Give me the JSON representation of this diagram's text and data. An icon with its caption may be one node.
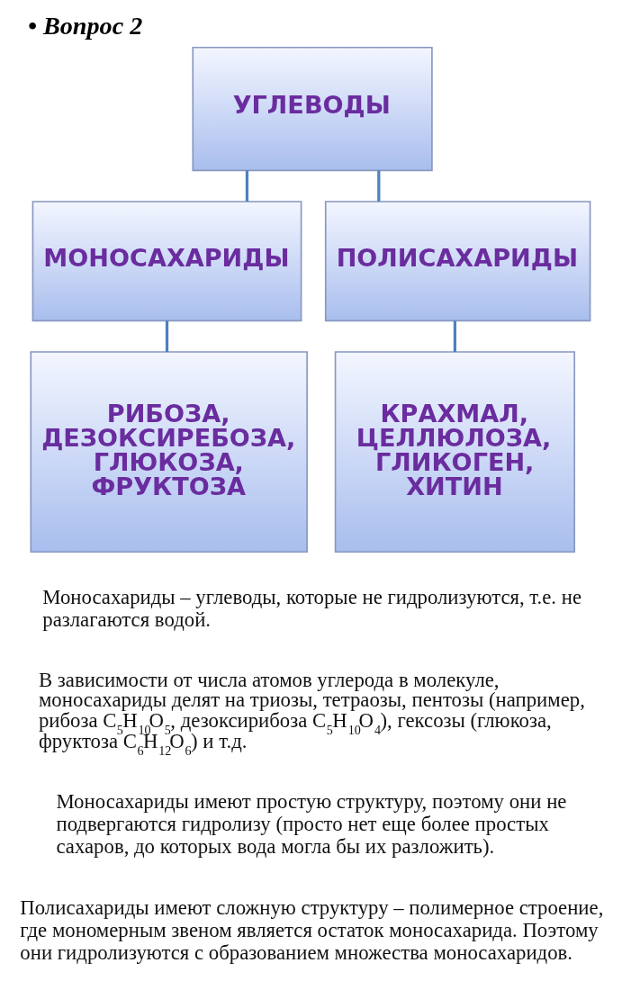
{
  "diagram": {
    "title": "• Вопрос 2",
    "nodes": [
      {
        "text": [
          "УГЛЕВОДЫ"
        ]
      },
      {
        "text": [
          "МОНОСАХАРИДЫ"
        ]
      },
      {
        "text": [
          "ПОЛИСАХАРИДЫ"
        ]
      },
      {
        "text": [
          "РИБОЗА, ДЕЗОКСИРЕБОЗА, ГЛЮКОЗА, ФРУКТОЗА"
        ]
      },
      {
        "text": [
          "КРАХМАЛ, ЦЕЛЛЮЛОЗА, ГЛИКОГЕН, ХИТИН"
        ]
      }
    ],
    "edges": [
      {
        "from": 0,
        "to": 1,
        "arrow": "none"
      },
      {
        "from": 0,
        "to": 2,
        "arrow": "none"
      },
      {
        "from": 1,
        "to": 3,
        "arrow": "none"
      },
      {
        "from": 2,
        "to": 4,
        "arrow": "none"
      }
    ],
    "labels": [
      "Моносахариды – углеводы, которые не гидролизуются, т.е. не разлагаются водой.",
      "В зависимости от числа атомов углерода в молекуле, моносахариды делят на триозы, тетраозы, пентозы (например, рибоза C$_{5}$H$_{10}$O$_{5}$, дезоксирибоза C$_{5}$H$_{10}$O$_{4}$), гексозы (глюкоза, фруктоза C$_{6}$H$_{12}$O$_{6}$) и т.д.",
      "Моносахариды имеют простую структуру, поэтому они не подвергаются гидролизу (просто нет еще более простых сахаров, до которых вода могла бы их разложить).",
      "Полисахариды имеют сложную структуру – полимерное строение, где мономерным звеном является остаток моносахарида. Поэтому они гидролизуются с образованием множества моносахаридов."
    ]
  }
}
